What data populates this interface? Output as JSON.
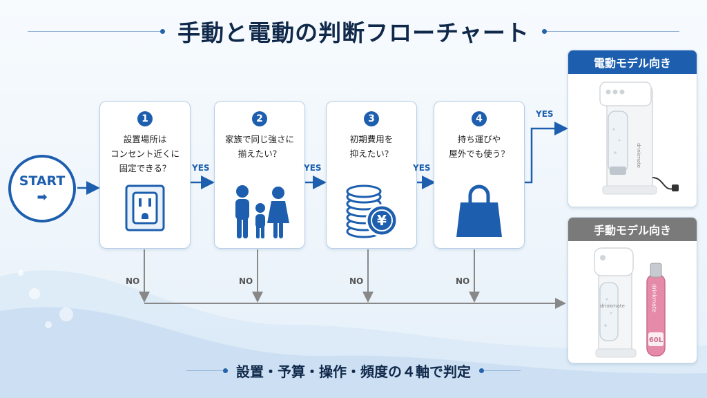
{
  "title": "手動と電動の判断フローチャート",
  "start": {
    "label": "START",
    "arrow": "➡"
  },
  "questions": [
    {
      "number": "1",
      "text": "設置場所は\nコンセント近くに\n固定できる？",
      "icon": "outlet-icon"
    },
    {
      "number": "2",
      "text": "家族で同じ強さに\n揃えたい？",
      "icon": "family-icon"
    },
    {
      "number": "3",
      "text": "初期費用を\n抑えたい？",
      "icon": "yen-coins-icon"
    },
    {
      "number": "4",
      "text": "持ち運びや\n屋外でも使う？",
      "icon": "bag-icon"
    }
  ],
  "yes_label": "YES",
  "no_label": "NO",
  "results": {
    "electric": {
      "title": "電動モデル向き",
      "brand": "drinkmate"
    },
    "manual": {
      "title": "手動モデル向き",
      "brand": "drinkmate",
      "cylinder_brand": "drinkmate",
      "cylinder_label": "60L"
    }
  },
  "footer": "設置・予算・操作・頻度の４軸で判定",
  "colors": {
    "primary": "#1d5fae",
    "dark": "#10294a",
    "gray": "#7a7a7a",
    "arrow_gray": "#888888"
  }
}
